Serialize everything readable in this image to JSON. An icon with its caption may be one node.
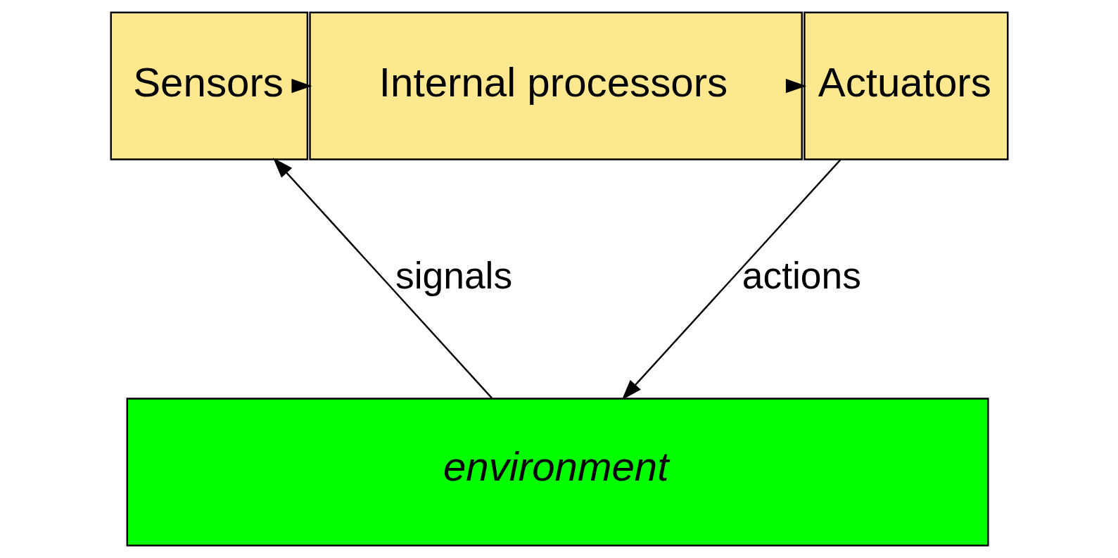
{
  "diagram": {
    "nodes": [
      {
        "text": [
          "Sensors"
        ]
      },
      {
        "text": [
          "Internal processors"
        ]
      },
      {
        "text": [
          "Actuators"
        ]
      },
      {
        "text": [
          "environment"
        ]
      }
    ],
    "edges": [
      {
        "from": 3,
        "to": 0,
        "arrow": "to",
        "label": "signals"
      },
      {
        "from": 0,
        "to": 1,
        "arrow": "to"
      },
      {
        "from": 1,
        "to": 2,
        "arrow": "to"
      },
      {
        "from": 2,
        "to": 3,
        "arrow": "to",
        "label": "actions"
      }
    ]
  }
}
